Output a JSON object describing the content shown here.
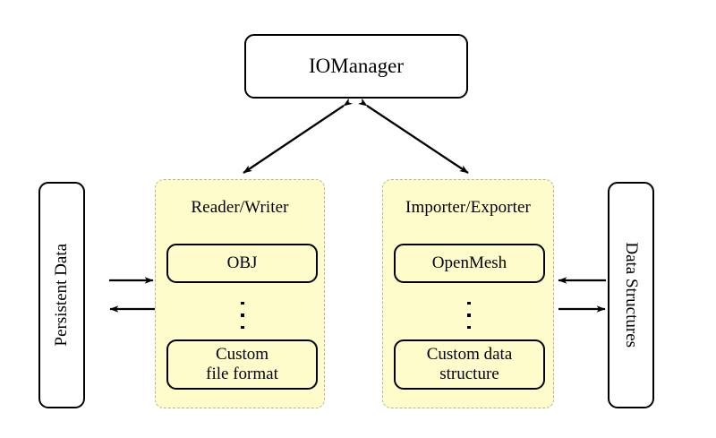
{
  "diagram": {
    "title_node": {
      "label": "IOManager"
    },
    "left_store": {
      "label": "Persistent Data"
    },
    "right_store": {
      "label": "Data Structures"
    },
    "groups": [
      {
        "name": "reader-writer",
        "title": "Reader/Writer",
        "items": [
          {
            "label": "OBJ"
          },
          {
            "label": "Custom\nfile format",
            "line1": "Custom",
            "line2": "file format"
          }
        ],
        "ellipsis": "⋮"
      },
      {
        "name": "importer-exporter",
        "title": "Importer/Exporter",
        "items": [
          {
            "label": "OpenMesh"
          },
          {
            "label": "Custom data\nstructure",
            "line1": "Custom data",
            "line2": "structure"
          }
        ],
        "ellipsis": "⋮"
      }
    ],
    "connections": [
      {
        "name": "iomanager-to-reader-writer",
        "style": "double-arrow",
        "from": "IOManager",
        "to": "Reader/Writer"
      },
      {
        "name": "iomanager-to-importer-exporter",
        "style": "double-arrow",
        "from": "IOManager",
        "to": "Importer/Exporter"
      },
      {
        "name": "persistent-data-to-reader-writer",
        "style": "arrow-right",
        "from": "Persistent Data",
        "to": "Reader/Writer"
      },
      {
        "name": "reader-writer-to-persistent-data",
        "style": "arrow-left",
        "from": "Reader/Writer",
        "to": "Persistent Data"
      },
      {
        "name": "data-structures-to-importer-exporter",
        "style": "arrow-left",
        "from": "Data Structures",
        "to": "Importer/Exporter"
      },
      {
        "name": "importer-exporter-to-data-structures",
        "style": "arrow-right",
        "from": "Importer/Exporter",
        "to": "Data Structures"
      }
    ]
  },
  "colors": {
    "background": "#ffffff",
    "panel_fill": "#fffccc",
    "panel_border": "#b9b49a",
    "stroke": "#000000"
  }
}
